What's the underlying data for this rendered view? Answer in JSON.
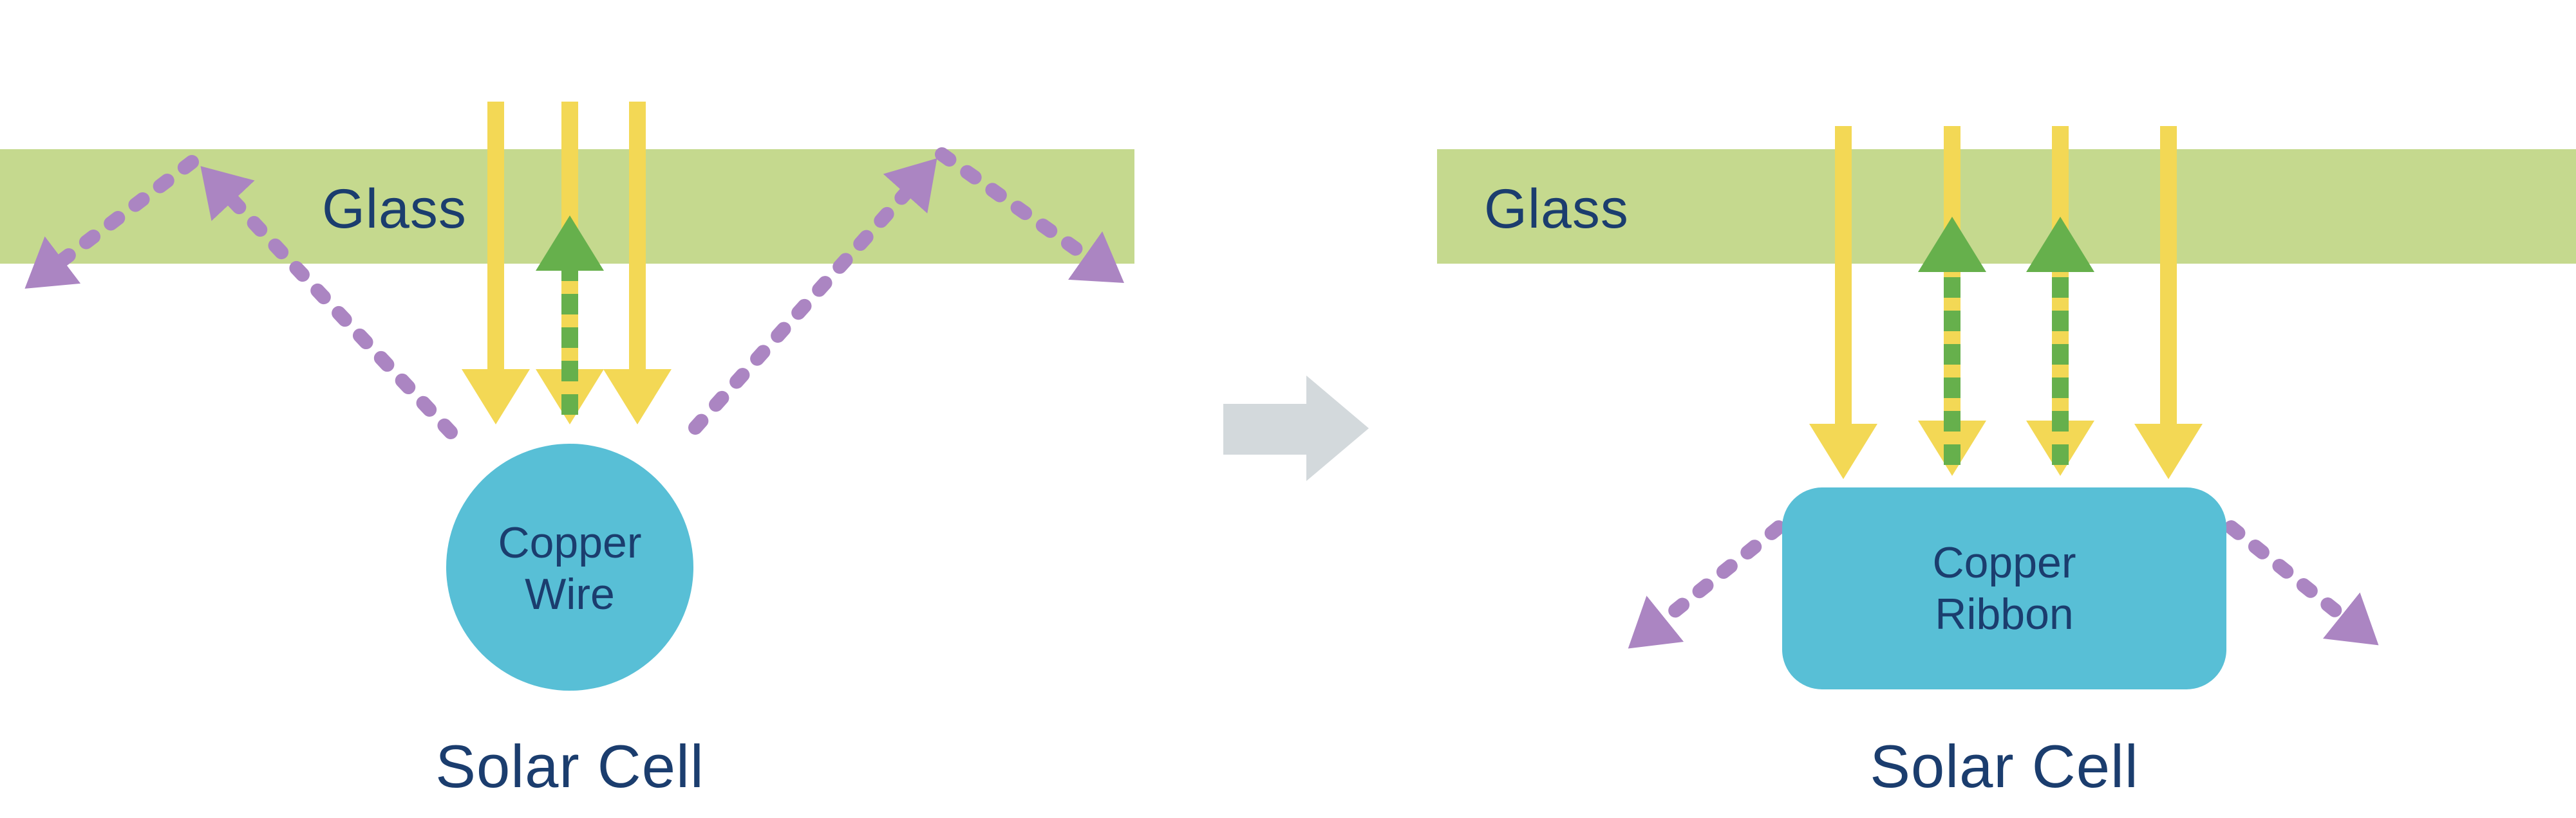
{
  "colors": {
    "background": "#ffffff",
    "glass_green": "#c5d98e",
    "sunlight_yellow": "#f3d855",
    "reflected_green": "#66b04c",
    "scattered_purple": "#ab85c2",
    "copper_cyan": "#58bfd6",
    "label_navy": "#1b3d6e",
    "transition_gray": "#d3d9dc"
  },
  "icons": {
    "transition_arrow": "right-block-arrow"
  },
  "left_diagram": {
    "glass_label": "Glass",
    "conductor_line1": "Copper",
    "conductor_line2": "Wire",
    "caption": "Solar Cell"
  },
  "right_diagram": {
    "glass_label": "Glass",
    "conductor_line1": "Copper",
    "conductor_line2": "Ribbon",
    "caption": "Solar Cell"
  }
}
